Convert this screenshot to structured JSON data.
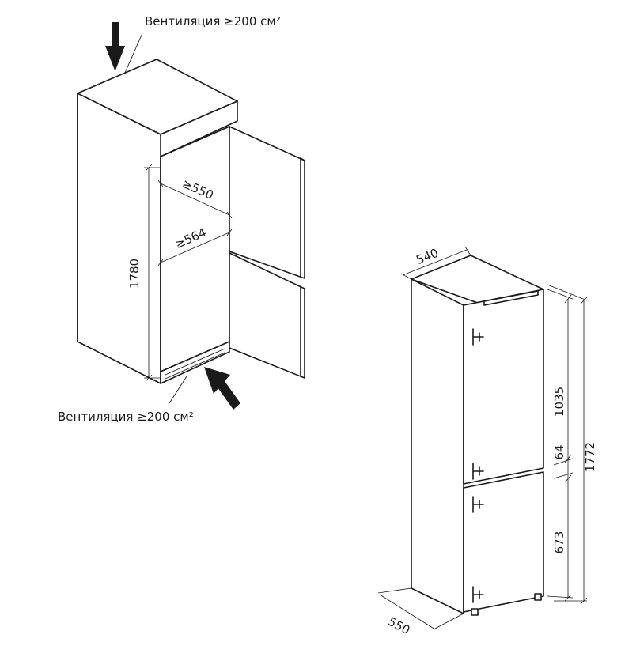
{
  "labels": {
    "vent_top": "Вентиляция ≥200 см²",
    "vent_bottom": "Вентиляция ≥200 см²",
    "niche_height": "1780",
    "niche_depth": "≥550",
    "niche_width": "≥564",
    "appliance_width": "540",
    "appliance_depth": "550",
    "upper_height": "1035",
    "gap_height": "64",
    "lower_height": "673",
    "total_height": "1772"
  },
  "icons": {
    "top_arrow": "arrow-down-icon",
    "bottom_arrow": "arrow-up-left-icon"
  }
}
